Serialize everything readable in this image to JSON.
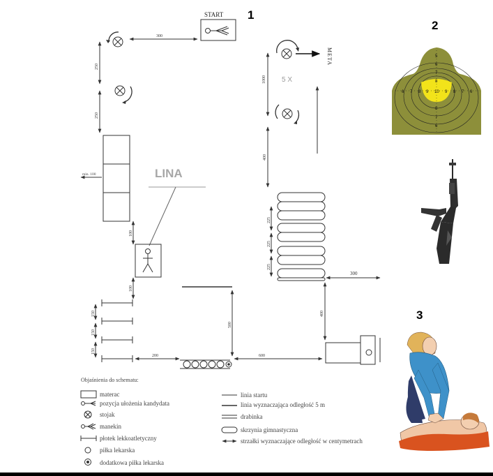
{
  "panel_numbers": {
    "one": "1",
    "two": "2",
    "three": "3"
  },
  "course": {
    "start_label": "START",
    "meta_label": "META",
    "lina_label": "LINA",
    "repeat_label": "5 X"
  },
  "distances": {
    "d300_top": "300",
    "d250_a": "250",
    "d250_b": "250",
    "mat_side": "min. 100",
    "d100_a": "100",
    "d100_b": "100",
    "d150_a": "150",
    "d150_b": "150",
    "d150_c": "150",
    "d200": "200",
    "d600": "600",
    "d500": "500",
    "d1000": "1000",
    "d400_a": "400",
    "d400_b": "400",
    "d225_a": "225",
    "d225_b": "225",
    "d225_c": "225",
    "d300_right": "300"
  },
  "legend": {
    "title": "Objaśnienia do schematu:",
    "items": [
      {
        "icon": "mat-icon",
        "label": "materac"
      },
      {
        "icon": "start-position-icon",
        "label": "pozycja ułożenia kandydata"
      },
      {
        "icon": "stand-icon",
        "label": "stojak"
      },
      {
        "icon": "mannequin-icon",
        "label": "manekin"
      },
      {
        "icon": "hurdle-icon",
        "label": "płotek lekkoatletyczny"
      },
      {
        "icon": "medicine-ball-icon",
        "label": "piłka lekarska"
      },
      {
        "icon": "extra-medicine-ball-icon",
        "label": "dodatkowa piłka lekarska"
      },
      {
        "icon": "start-line-icon",
        "label": "linia startu"
      },
      {
        "icon": "five-meter-line-icon",
        "label": "linia wyznaczająca odległość 5 m"
      },
      {
        "icon": "ladder-icon",
        "label": "drabinka"
      },
      {
        "icon": "gym-box-icon",
        "label": "skrzynia gimnastyczna"
      },
      {
        "icon": "distance-arrow-icon",
        "label": "strzałki wyznaczające odległość w centymetrach"
      }
    ]
  },
  "target": {
    "background": "#8d8f3a",
    "center": "#f2e31a",
    "rings": [
      "10",
      "9",
      "8",
      "7",
      "6",
      "5"
    ]
  },
  "colors": {
    "line": "#333333",
    "text": "#222222"
  }
}
